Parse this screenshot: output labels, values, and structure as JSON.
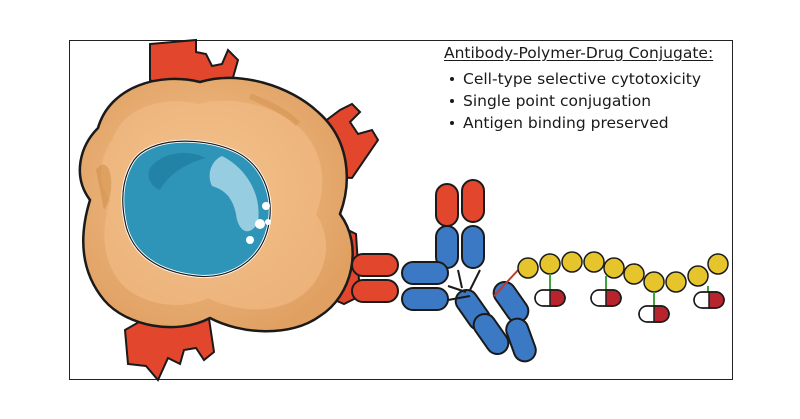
{
  "title": "Antibody-Polymer-Drug Conjugate:",
  "bullets": [
    "Cell-type selective cytotoxicity",
    "Single point conjugation",
    "Antigen binding preserved"
  ],
  "colors": {
    "cell_body": "#e8a665",
    "cell_outline": "#1a1a1a",
    "nucleus": "#2f95b8",
    "receptor": "#e2472d",
    "antibody_light": "#e2472d",
    "antibody_heavy": "#3c79c4",
    "polymer_bead": "#e6c52c",
    "drug_red": "#b8242e",
    "linker": "#3ea53e"
  },
  "icons": [
    "cell-icon",
    "receptor-icon",
    "antibody-icon",
    "polymer-chain-icon",
    "drug-capsule-icon"
  ]
}
